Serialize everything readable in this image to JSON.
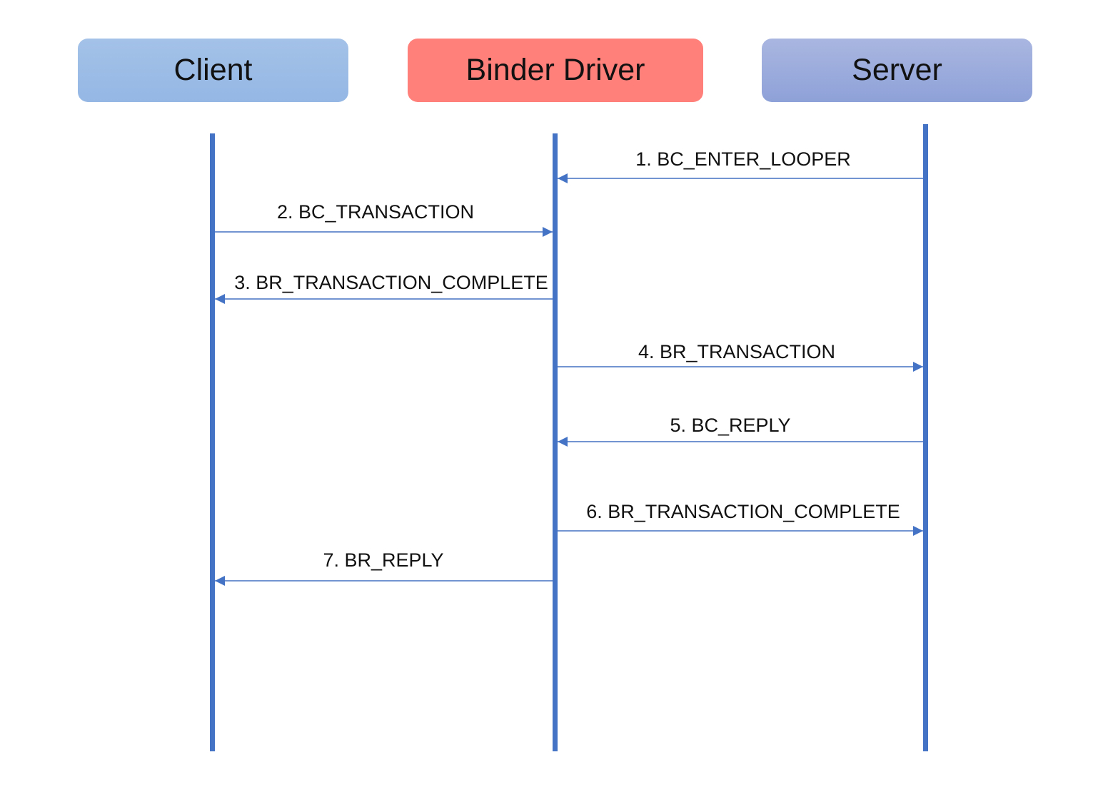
{
  "participants": {
    "client": {
      "label": "Client",
      "color": "#a4c2e8",
      "gradient_to": "#94b7e4"
    },
    "binder": {
      "label": "Binder Driver",
      "color": "#ff7f7a",
      "gradient_to": "#ff7f7a"
    },
    "server": {
      "label": "Server",
      "color": "#a9b6e0",
      "gradient_to": "#8ea1d8"
    }
  },
  "lifeline_color": "#4472c4",
  "messages": [
    {
      "label": "1. BC_ENTER_LOOPER",
      "from": "server",
      "to": "binder"
    },
    {
      "label": "2. BC_TRANSACTION",
      "from": "client",
      "to": "binder"
    },
    {
      "label": "3. BR_TRANSACTION_COMPLETE",
      "from": "binder",
      "to": "client"
    },
    {
      "label": "4. BR_TRANSACTION",
      "from": "binder",
      "to": "server"
    },
    {
      "label": "5. BC_REPLY",
      "from": "server",
      "to": "binder"
    },
    {
      "label": "6. BR_TRANSACTION_COMPLETE",
      "from": "binder",
      "to": "server"
    },
    {
      "label": "7. BR_REPLY",
      "from": "binder",
      "to": "client"
    }
  ]
}
